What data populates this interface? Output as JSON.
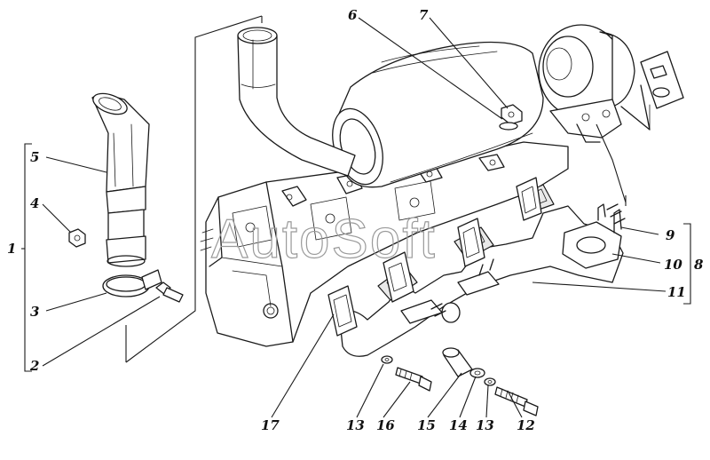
{
  "watermark": "AutoSoft",
  "labels": {
    "n1": "1",
    "n2": "2",
    "n3": "3",
    "n4": "4",
    "n5": "5",
    "n6": "6",
    "n7": "7",
    "n8": "8",
    "n9": "9",
    "n10": "10",
    "n11": "11",
    "n12": "12",
    "n13a": "13",
    "n13b": "13",
    "n14": "14",
    "n15": "15",
    "n16": "16",
    "n17": "17"
  }
}
